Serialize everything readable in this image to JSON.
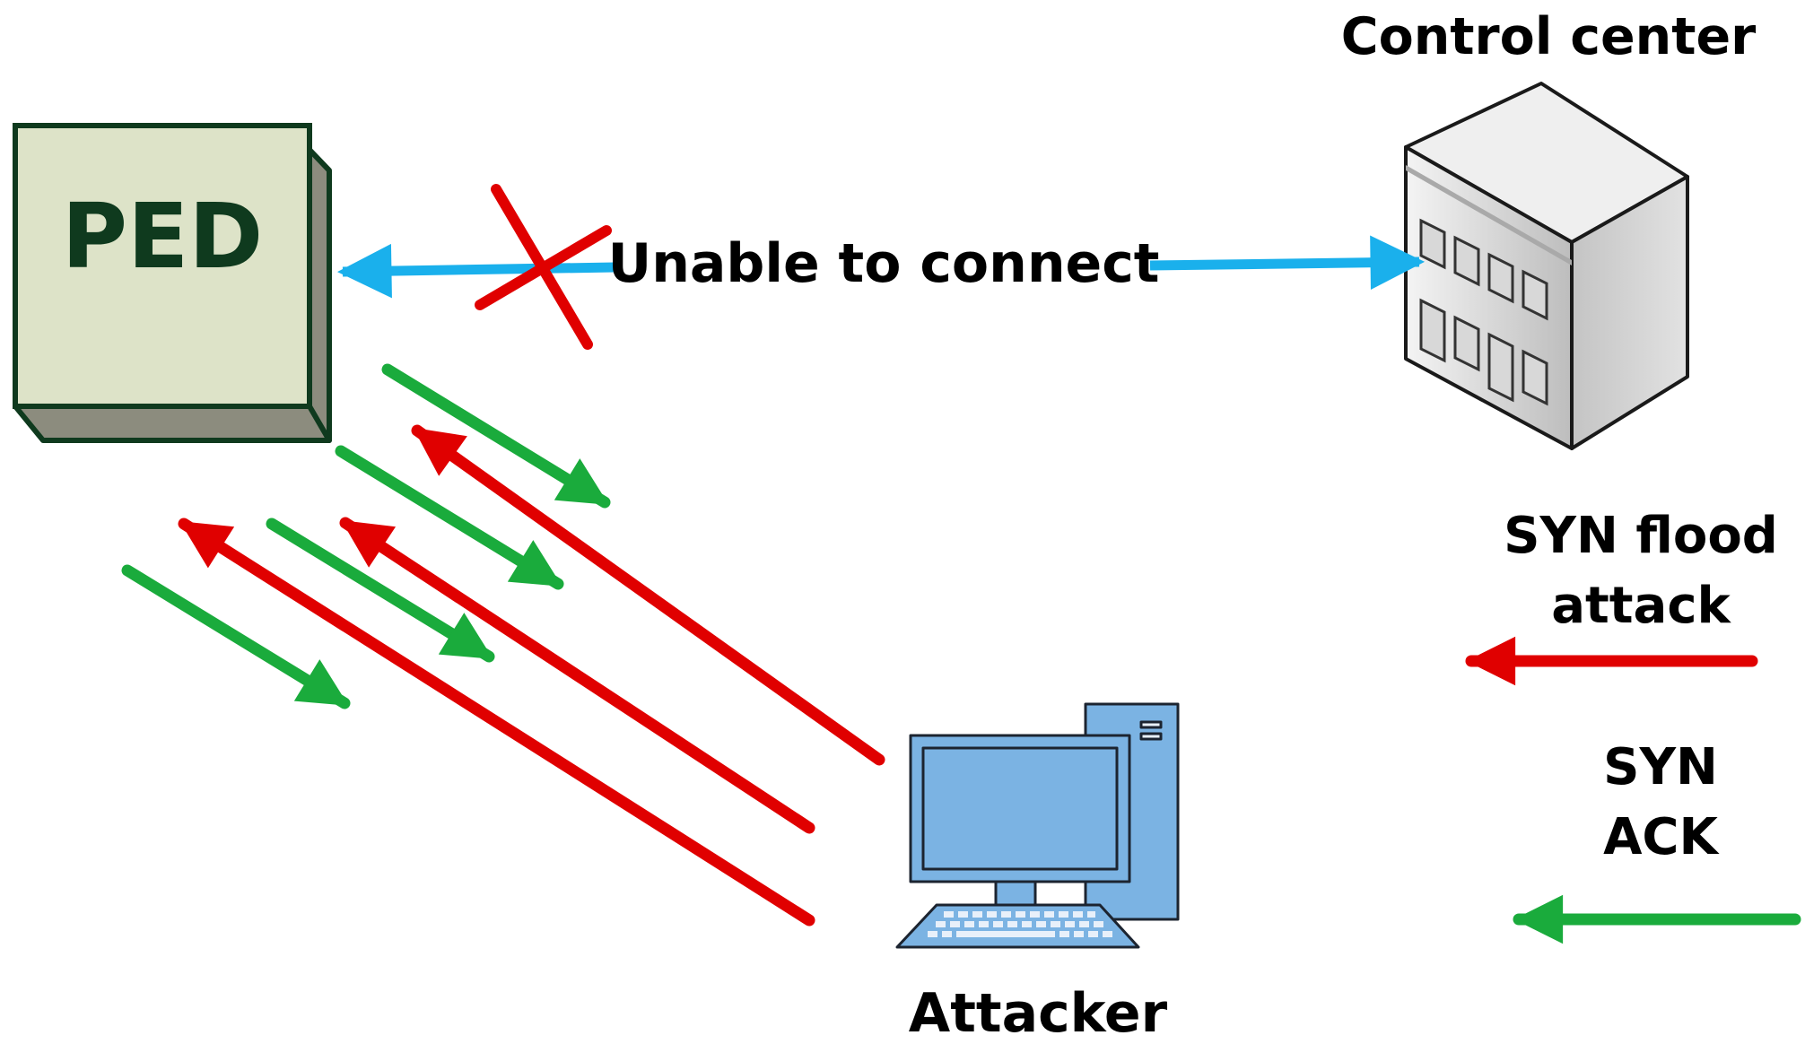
{
  "labels": {
    "ped": "PED",
    "control_center": "Control center",
    "unable_to_connect": "Unable to connect",
    "attacker": "Attacker",
    "legend_syn_flood_line1": "SYN flood",
    "legend_syn_flood_line2": "attack",
    "legend_synack_line1": "SYN",
    "legend_synack_line2": "ACK"
  },
  "colors": {
    "syn_flood_arrow": "#e00000",
    "synack_arrow": "#1aab3c",
    "connection_arrow": "#1ab0ec",
    "blocked_cross": "#e00000",
    "ped_face": "#dde3c8",
    "ped_border": "#0f3a1e",
    "ped_text": "#0f3a1e",
    "computer_blue": "#7bb3e3",
    "computer_outline": "#1c2430"
  },
  "icons": {
    "ped_device": "ped-box-icon",
    "control_center": "building-icon",
    "attacker": "desktop-computer-icon",
    "blocked": "red-cross-icon"
  }
}
